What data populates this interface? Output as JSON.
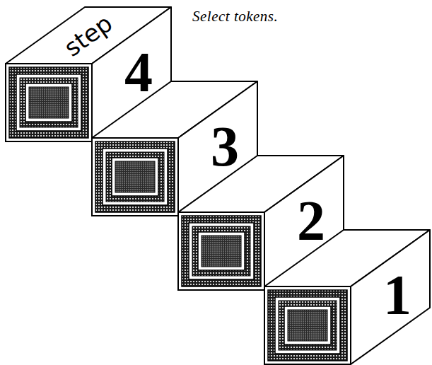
{
  "diagram": {
    "nodes": [
      {
        "text": [
          "step",
          "4"
        ]
      },
      {
        "text": [
          "3"
        ]
      },
      {
        "text": [
          "2"
        ]
      },
      {
        "text": [
          "1"
        ]
      }
    ],
    "labels": [
      "Select tokens."
    ]
  }
}
